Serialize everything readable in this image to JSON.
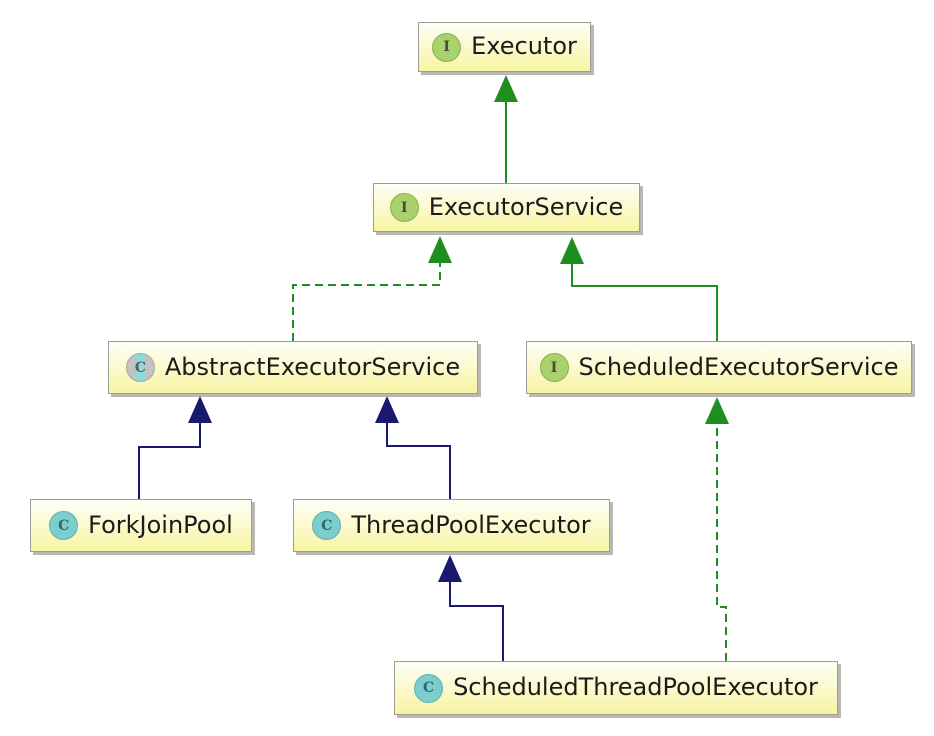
{
  "diagram": {
    "background_color": "#FFFFFF",
    "colors": {
      "interface_edge_green": "#1E8E1E",
      "class_edge_navy": "#191970",
      "node_fill_top": "#FEFEF6",
      "node_fill_bottom": "#F7F4A2",
      "node_border": "#9D9D95",
      "interface_icon_fill": "#A9D16E",
      "class_icon_fill": "#7CCDCD",
      "abstract_icon_gray": "#C2C2C2",
      "abstract_icon_teal": "#8ED9D9"
    }
  },
  "nodes": [
    {
      "id": "executor",
      "label": "Executor",
      "type": "interface",
      "icon": "interface-icon",
      "icon_letter": "I"
    },
    {
      "id": "executor-service",
      "label": "ExecutorService",
      "type": "interface",
      "icon": "interface-icon",
      "icon_letter": "I"
    },
    {
      "id": "abstract-executor-service",
      "label": "AbstractExecutorService",
      "type": "abstract-class",
      "icon": "abstract-class-icon",
      "icon_letter": "C"
    },
    {
      "id": "scheduled-executor-service",
      "label": "ScheduledExecutorService",
      "type": "interface",
      "icon": "interface-icon",
      "icon_letter": "I"
    },
    {
      "id": "fork-join-pool",
      "label": "ForkJoinPool",
      "type": "class",
      "icon": "class-icon",
      "icon_letter": "C"
    },
    {
      "id": "thread-pool-executor",
      "label": "ThreadPoolExecutor",
      "type": "class",
      "icon": "class-icon",
      "icon_letter": "C"
    },
    {
      "id": "scheduled-thread-pool-executor",
      "label": "ScheduledThreadPoolExecutor",
      "type": "class",
      "icon": "class-icon",
      "icon_letter": "C"
    }
  ],
  "edges": [
    {
      "from": "ExecutorService",
      "to": "Executor",
      "relation": "extends",
      "line": "solid",
      "color": "#1E8E1E"
    },
    {
      "from": "AbstractExecutorService",
      "to": "ExecutorService",
      "relation": "implements",
      "line": "dashed",
      "color": "#1E8E1E"
    },
    {
      "from": "ScheduledExecutorService",
      "to": "ExecutorService",
      "relation": "extends",
      "line": "solid",
      "color": "#1E8E1E"
    },
    {
      "from": "ForkJoinPool",
      "to": "AbstractExecutorService",
      "relation": "extends",
      "line": "solid",
      "color": "#191970"
    },
    {
      "from": "ThreadPoolExecutor",
      "to": "AbstractExecutorService",
      "relation": "extends",
      "line": "solid",
      "color": "#191970"
    },
    {
      "from": "ScheduledThreadPoolExecutor",
      "to": "ThreadPoolExecutor",
      "relation": "extends",
      "line": "solid",
      "color": "#191970"
    },
    {
      "from": "ScheduledThreadPoolExecutor",
      "to": "ScheduledExecutorService",
      "relation": "implements",
      "line": "dashed",
      "color": "#1E8E1E"
    }
  ]
}
